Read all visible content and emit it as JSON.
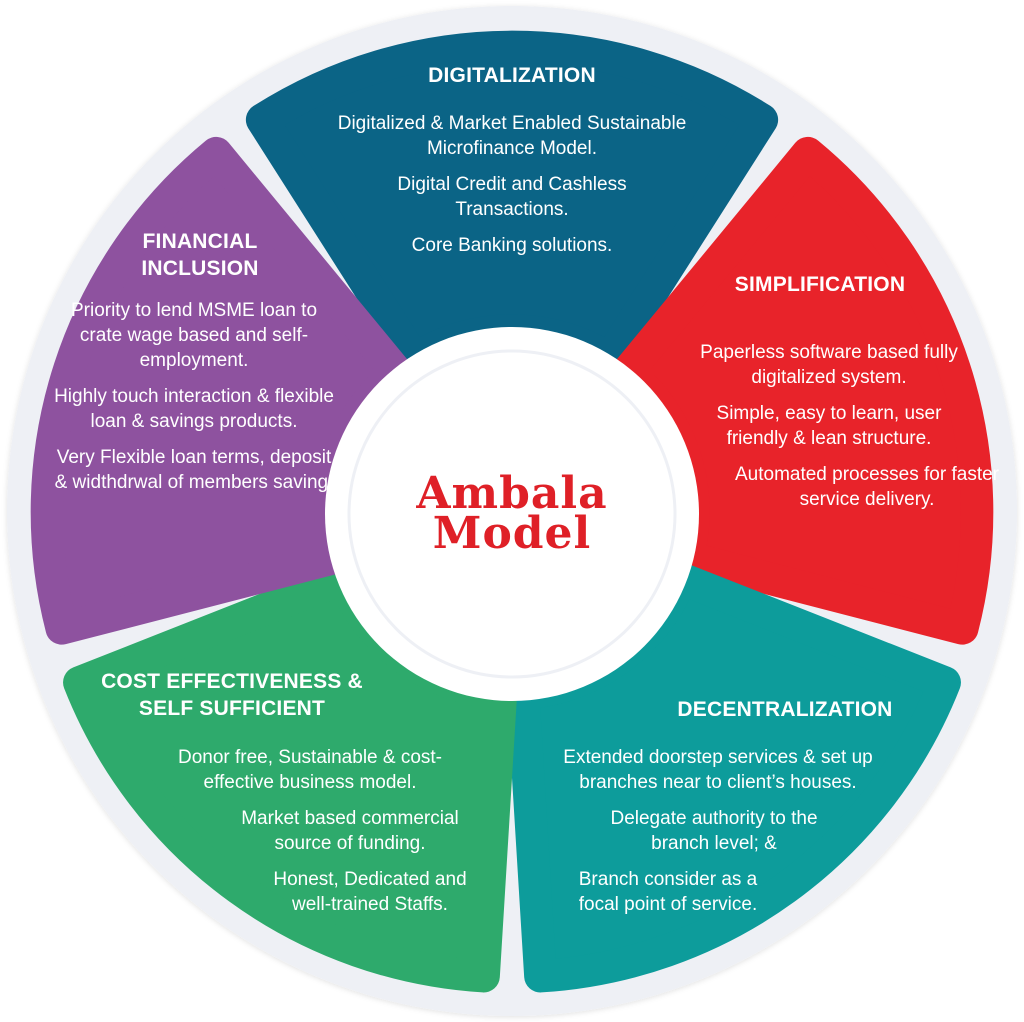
{
  "center": {
    "logo_line1": "Ambala",
    "logo_line2": "Model",
    "logo_color": "#df2027"
  },
  "segments": [
    {
      "title": "DIGITALIZATION",
      "color": "#0b6486",
      "items": [
        "Digitalized & Market Enabled Sustainable Microfinance Model.",
        "Digital Credit and Cashless Transactions.",
        "Core Banking solutions."
      ]
    },
    {
      "title": "SIMPLIFICATION",
      "color": "#e8232a",
      "items": [
        "Paperless software based fully digitalized system.",
        "Simple, easy to learn, user friendly & lean structure.",
        "Automated processes for faster service delivery."
      ]
    },
    {
      "title": "DECENTRALIZATION",
      "color": "#0d9c9b",
      "items": [
        "Extended doorstep services & set up branches near to client’s houses.",
        "Delegate authority to the branch level; &",
        "Branch consider as a focal point of service."
      ]
    },
    {
      "title": "COST EFFECTIVENESS & SELF SUFFICIENT",
      "color": "#2eaa6c",
      "items": [
        "Donor free, Sustainable & cost-effective business model.",
        "Market based commercial source of funding.",
        "Honest, Dedicated and well-trained Staffs."
      ]
    },
    {
      "title": "FINANCIAL INCLUSION",
      "color": "#8e529f",
      "items": [
        "Priority to lend MSME loan to crate wage based and self-employment.",
        "Highly touch interaction & flexible loan & savings products.",
        "Very Flexible loan terms, deposit & widthdrwal of members saving."
      ]
    }
  ]
}
